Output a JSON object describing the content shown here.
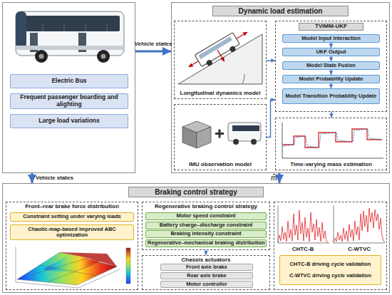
{
  "diagram": {
    "nodes": [
      {
        "text": []
      },
      {
        "text": [
          "Electric Bus"
        ],
        "in": 0
      },
      {
        "text": [
          "Frequent passenger boarding and alighting"
        ],
        "in": 0
      },
      {
        "text": [
          "Large load variations"
        ],
        "in": 0
      },
      {
        "text": [
          "Dynamic load estimation"
        ]
      },
      {
        "text": [
          "Longitudinal dynamics model"
        ],
        "in": 4
      },
      {
        "text": [
          "IMU observation model"
        ],
        "in": 4
      },
      {
        "text": [
          "TVIMM-UKF"
        ],
        "in": 4
      },
      {
        "text": [
          "Model Input Interaction"
        ],
        "in": 7
      },
      {
        "text": [
          "UKF Output"
        ],
        "in": 7
      },
      {
        "text": [
          "Model State Fusion"
        ],
        "in": 7
      },
      {
        "text": [
          "Model Probability Update"
        ],
        "in": 7
      },
      {
        "text": [
          "Model Transition Probability Update"
        ],
        "in": 7
      },
      {
        "text": [
          "Time-varying mass estimation"
        ],
        "in": 4
      },
      {
        "text": [
          "Braking control strategy"
        ]
      },
      {
        "text": [
          "Front–rear brake force distribution"
        ],
        "in": 14
      },
      {
        "text": [
          "Constraint setting under varying loads"
        ],
        "in": 15
      },
      {
        "text": [
          "Chaotic-map-based improved ABC optimization"
        ],
        "in": 15
      },
      {
        "text": [
          "Regenerative braking control strategy"
        ],
        "in": 14
      },
      {
        "text": [
          "Motor speed constraint"
        ],
        "in": 18
      },
      {
        "text": [
          "Battery charge–discharge constraint"
        ],
        "in": 18
      },
      {
        "text": [
          "Braking intensity constraint"
        ],
        "in": 18
      },
      {
        "text": [
          "Regenerative–mechanical braking distribution"
        ],
        "in": 18
      },
      {
        "text": [
          "Chassis actuators"
        ],
        "in": 14
      },
      {
        "text": [
          "Front axle brake"
        ],
        "in": 23
      },
      {
        "text": [
          "Rear axle brake"
        ],
        "in": 23
      },
      {
        "text": [
          "Motor controller"
        ],
        "in": 23
      },
      {
        "text": [],
        "in": 14
      },
      {
        "text": [
          "CHTC-B driving cycle validation",
          "C-WTVC driving cycle validation"
        ],
        "in": 27
      }
    ],
    "edges": [
      {
        "from": 0,
        "to": 4,
        "label": "Vehicle states",
        "arrow": "to"
      },
      {
        "from": 0,
        "to": 14,
        "label": "Vehicle states",
        "arrow": "to"
      },
      {
        "from": 4,
        "to": 14,
        "label": "m̂",
        "arrow": "to"
      },
      {
        "from": 5,
        "to": 7,
        "arrow": "to"
      },
      {
        "from": 6,
        "to": 7,
        "arrow": "to"
      },
      {
        "from": 8,
        "to": 9,
        "arrow": "to"
      },
      {
        "from": 9,
        "to": 10,
        "arrow": "to"
      },
      {
        "from": 10,
        "to": 11,
        "arrow": "to"
      },
      {
        "from": 11,
        "to": 12,
        "arrow": "to"
      },
      {
        "from": 7,
        "to": 13,
        "arrow": "to"
      },
      {
        "from": 18,
        "to": 23,
        "arrow": "to"
      }
    ],
    "labels": [
      "CHTC-B",
      "C-WTVC"
    ]
  }
}
